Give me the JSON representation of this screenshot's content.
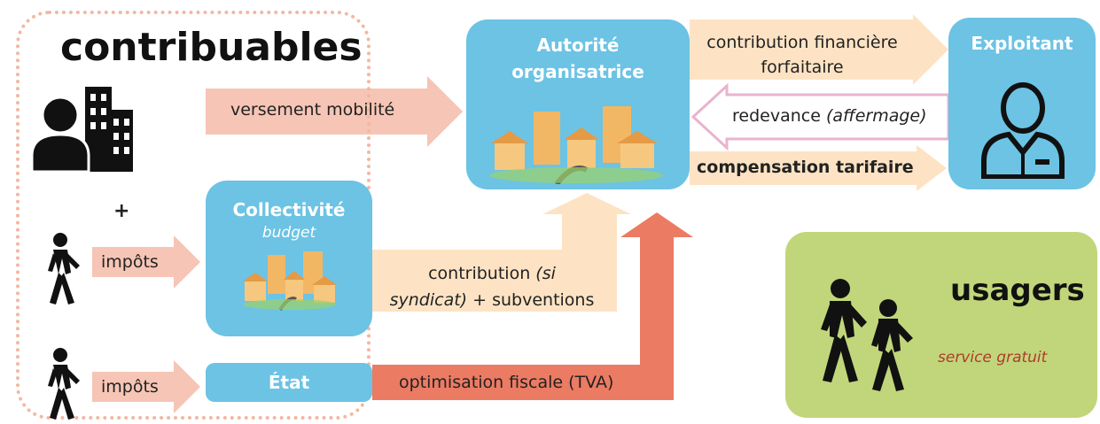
{
  "colors": {
    "blue": "#6cc3e4",
    "peach": "#fde3c4",
    "salmon": "#f6c5b5",
    "pink_outline": "#e9b3cf",
    "red_arrow": "#ec7b63",
    "green": "#c1d67a",
    "dark_red_text": "#b03a2e",
    "dashed_border": "#f3b7a0"
  },
  "contribuables": {
    "title": "contribuables",
    "icon": "buildings-person-icon"
  },
  "plus": "+",
  "versement": {
    "label": "versement mobilité"
  },
  "impots1": {
    "label": "impôts"
  },
  "impots2": {
    "label": "impôts"
  },
  "collectivite": {
    "title": "Collectivité",
    "subtitle": "budget",
    "icon": "town-icon"
  },
  "etat": {
    "title": "État"
  },
  "contribution_si": {
    "line1_normal": "contribution ",
    "line1_italic": "(si",
    "line2_italic": "syndicat)",
    "line2_normal": " + subventions"
  },
  "optimisation": {
    "label": "optimisation fiscale (TVA)"
  },
  "autorite": {
    "line1": "Autorité",
    "line2": "organisatrice",
    "icon": "town-icon"
  },
  "contribution_fin": {
    "line1": "contribution financière",
    "line2": "forfaitaire"
  },
  "redevance": {
    "normal": "redevance ",
    "italic": "(affermage)"
  },
  "compensation": {
    "label": "compensation tarifaire"
  },
  "exploitant": {
    "title": "Exploitant",
    "icon": "operator-person-icon"
  },
  "usagers": {
    "title": "usagers",
    "note": "service gratuit",
    "icon": "walking-people-icon"
  }
}
